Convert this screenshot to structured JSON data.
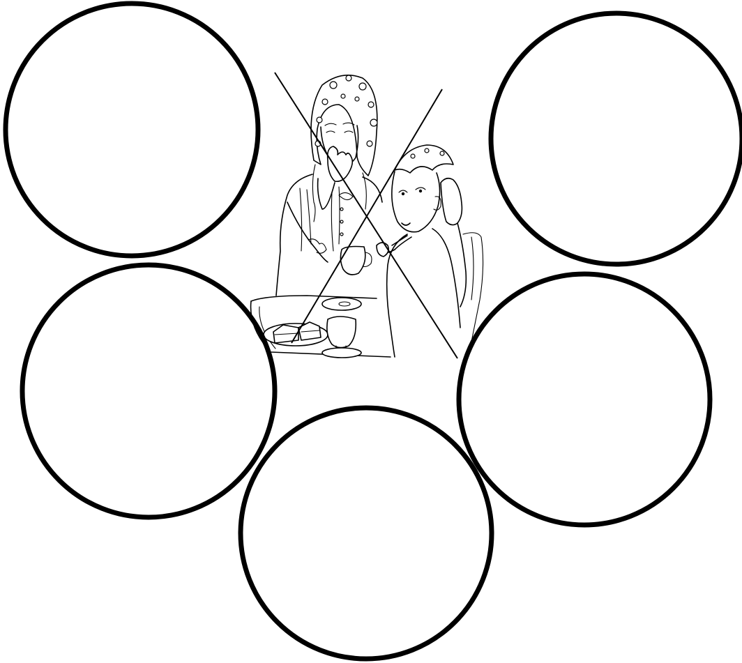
{
  "worksheet": {
    "answer_circles": [
      {
        "id": "top-left",
        "text": ""
      },
      {
        "id": "top-right",
        "text": ""
      },
      {
        "id": "middle-left",
        "text": ""
      },
      {
        "id": "middle-right",
        "text": ""
      },
      {
        "id": "bottom-center",
        "text": ""
      }
    ],
    "illustration": {
      "icon": "crossed-out-tea-scene-illustration",
      "crossed_out": true
    },
    "colors": {
      "ink": "#000000",
      "paper": "#ffffff"
    }
  }
}
